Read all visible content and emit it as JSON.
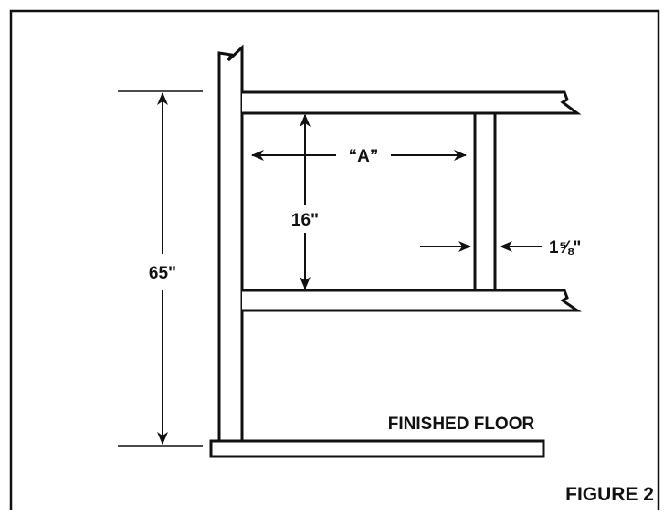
{
  "figure": {
    "title": "FIGURE 2",
    "colors": {
      "line": "#111111",
      "background": "#ffffff"
    }
  },
  "labels": {
    "overall_height": "65\"",
    "shelf_spacing": "16\"",
    "width_a": "“A”",
    "member_thickness": "1⅝\"",
    "floor": "FINISHED FLOOR"
  }
}
